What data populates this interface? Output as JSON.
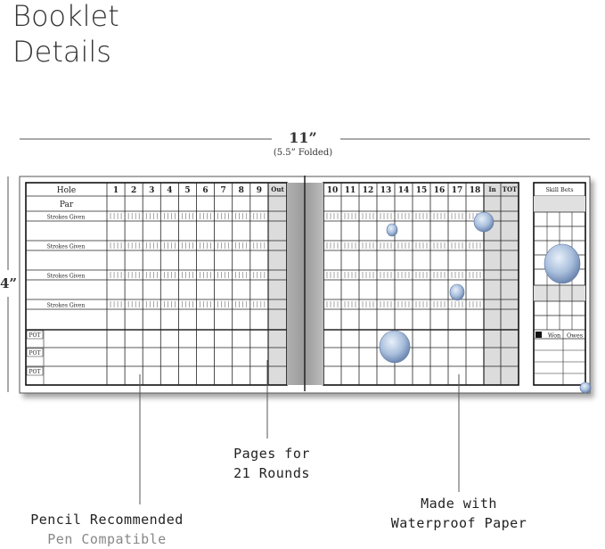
{
  "header": {
    "line1": "Booklet",
    "line2": "Details"
  },
  "dimensions": {
    "width": "11”",
    "folded": "(5.5” Folded)",
    "height": "4”"
  },
  "scorecard": {
    "hole_label": "Hole",
    "par_label": "Par",
    "front_holes": [
      "1",
      "2",
      "3",
      "4",
      "5",
      "6",
      "7",
      "8",
      "9"
    ],
    "back_holes": [
      "10",
      "11",
      "12",
      "13",
      "14",
      "15",
      "16",
      "17",
      "18"
    ],
    "out_label": "Out",
    "in_label": "In",
    "tot_label": "TOT",
    "strokes_label": "Strokes Given",
    "pot_label": "POT",
    "skill_bets_label": "Skill Bets",
    "won_label": "Won",
    "owes_label": "Owes"
  },
  "callouts": {
    "pages_line1": "Pages for",
    "pages_line2": "21 Rounds",
    "waterproof_line1": "Made with",
    "waterproof_line2": "Waterproof Paper",
    "pencil": "Pencil Recommended",
    "pen": "Pen Compatible"
  }
}
